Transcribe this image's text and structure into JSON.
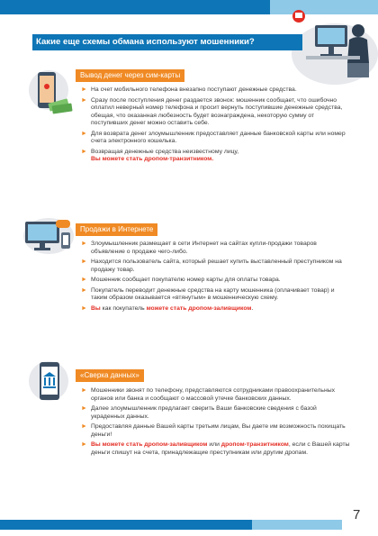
{
  "page": {
    "title": "Какие еще схемы обмана используют мошенники?",
    "page_number": "7"
  },
  "colors": {
    "blue": "#0e75b6",
    "light_blue": "#8ec9e8",
    "orange": "#f08a24",
    "red": "#e32d24"
  },
  "sections": [
    {
      "heading": "Вывод денег через сим-карты",
      "icon": "smartphone-money-icon",
      "items": [
        {
          "text": "На счет мобильного телефона внезапно поступают денежные средства."
        },
        {
          "text": "Сразу после поступления денег раздается звонок: мошенник сообщает, что ошибочно оплатил неверный номер телефона и просит вернуть поступившие денежные средства, обещая, что оказанная любезность будет вознаграждена, некоторую сумму от поступивших денег можно оставить себе."
        },
        {
          "text": "Для возврата денег злоумышленник предоставляет данные банковской карты или номер счета электронного кошелька."
        },
        {
          "text": "Возвращая денежные средства неизвестному лицу,",
          "red": "Вы можете стать дропом-транзитником."
        }
      ]
    },
    {
      "heading": "Продажи в Интернете",
      "icon": "computer-chat-icon",
      "items": [
        {
          "text": "Злоумышленник размещает в сети Интернет на сайтах купли-продажи товаров объявление о продаже чего-либо."
        },
        {
          "text": "Находится пользователь сайта, который решает купить выставленный преступником на продажу товар."
        },
        {
          "text": "Мошенник сообщает покупателю номер карты для оплаты товара."
        },
        {
          "text": "Покупатель переводит денежные средства на карту мошенника (оплачивает товар) и таким образом оказывается «втянутым» в мошенническую схему."
        },
        {
          "pre_red": "Вы",
          "text": " как покупатель ",
          "red": "можете стать дропом-заливщиком",
          "post": "."
        }
      ]
    },
    {
      "heading": "«Сверка данных»",
      "icon": "phone-bank-icon",
      "items": [
        {
          "text": "Мошенники звонят по телефону, представляются сотрудниками правоохранительных органов или банка и сообщают о массовой утечке банковских данных."
        },
        {
          "text": "Далее злоумышленник предлагает сверить Ваши банковские сведения с базой украденных данных."
        },
        {
          "text": "Предоставляя данные Вашей карты третьим лицам, Вы даете им возможность похищать деньги!"
        },
        {
          "red": "Вы можете стать дропом-заливщиком",
          "mid": " или ",
          "red2": "дропом-транзитником",
          "post": ", если с Вашей карты деньги спишут на счета, принадлежащие преступникам или другим дропам."
        }
      ]
    }
  ]
}
